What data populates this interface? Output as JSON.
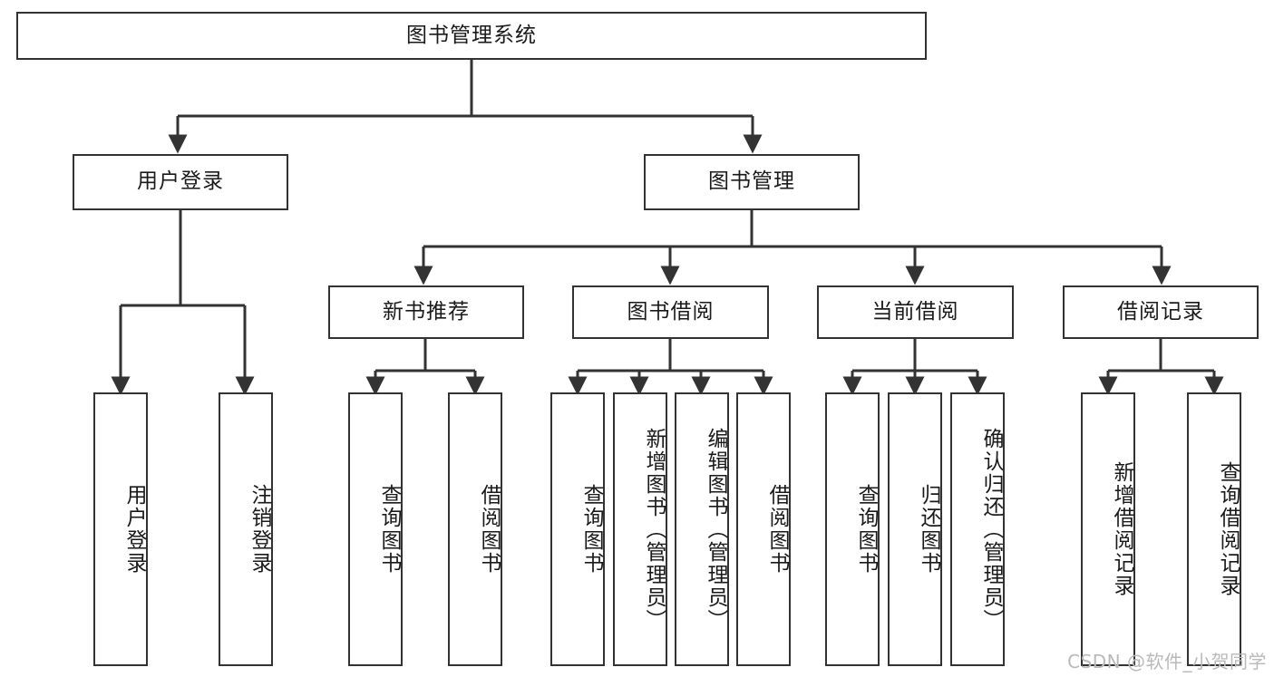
{
  "diagram": {
    "title": "图书管理系统",
    "type": "tree-hierarchy",
    "levels": 4,
    "root": {
      "label": "图书管理系统",
      "orientation": "horizontal"
    },
    "level2": [
      {
        "label": "用户登录",
        "orientation": "horizontal"
      },
      {
        "label": "图书管理",
        "orientation": "horizontal"
      }
    ],
    "level3": [
      {
        "label": "新书推荐",
        "orientation": "horizontal",
        "parent": "图书管理"
      },
      {
        "label": "图书借阅",
        "orientation": "horizontal",
        "parent": "图书管理"
      },
      {
        "label": "当前借阅",
        "orientation": "horizontal",
        "parent": "图书管理"
      },
      {
        "label": "借阅记录",
        "orientation": "horizontal",
        "parent": "图书管理"
      }
    ],
    "leaves": {
      "user_login": [
        {
          "label": "用户登录",
          "orientation": "vertical"
        },
        {
          "label": "注销登录",
          "orientation": "vertical"
        }
      ],
      "new_book_recommend": [
        {
          "label": "查询图书",
          "orientation": "vertical"
        },
        {
          "label": "借阅图书",
          "orientation": "vertical"
        }
      ],
      "book_borrow": [
        {
          "label": "查询图书",
          "orientation": "vertical"
        },
        {
          "label": "新增图书（管理员）",
          "orientation": "vertical"
        },
        {
          "label": "编辑图书（管理员）",
          "orientation": "vertical"
        },
        {
          "label": "借阅图书",
          "orientation": "vertical"
        }
      ],
      "current_borrow": [
        {
          "label": "查询图书",
          "orientation": "vertical"
        },
        {
          "label": "归还图书",
          "orientation": "vertical"
        },
        {
          "label": "确认归还（管理员）",
          "orientation": "vertical"
        }
      ],
      "borrow_record": [
        {
          "label": "新增借阅记录",
          "orientation": "vertical"
        },
        {
          "label": "查询借阅记录",
          "orientation": "vertical"
        }
      ]
    }
  },
  "watermark": {
    "text": "CSDN @软件_小贺同学"
  },
  "colors": {
    "stroke": "#333333",
    "box_fill": "#ffffff",
    "text": "#1a1a1a",
    "watermark": "#b9b9b9",
    "background": "#ffffff"
  }
}
